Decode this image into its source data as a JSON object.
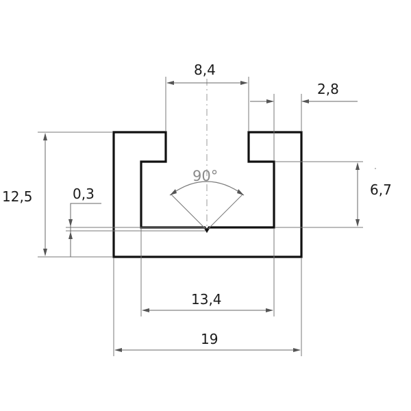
{
  "dimensions": {
    "slot_top_width": "8,4",
    "lip_thickness": "2,8",
    "total_height": "12,5",
    "inner_height": "6,7",
    "v_depth": "0,3",
    "inner_width": "13,4",
    "total_width": "19",
    "v_angle": "90°"
  },
  "colors": {
    "profile": "#111111",
    "dimension_lines": "#666666"
  }
}
